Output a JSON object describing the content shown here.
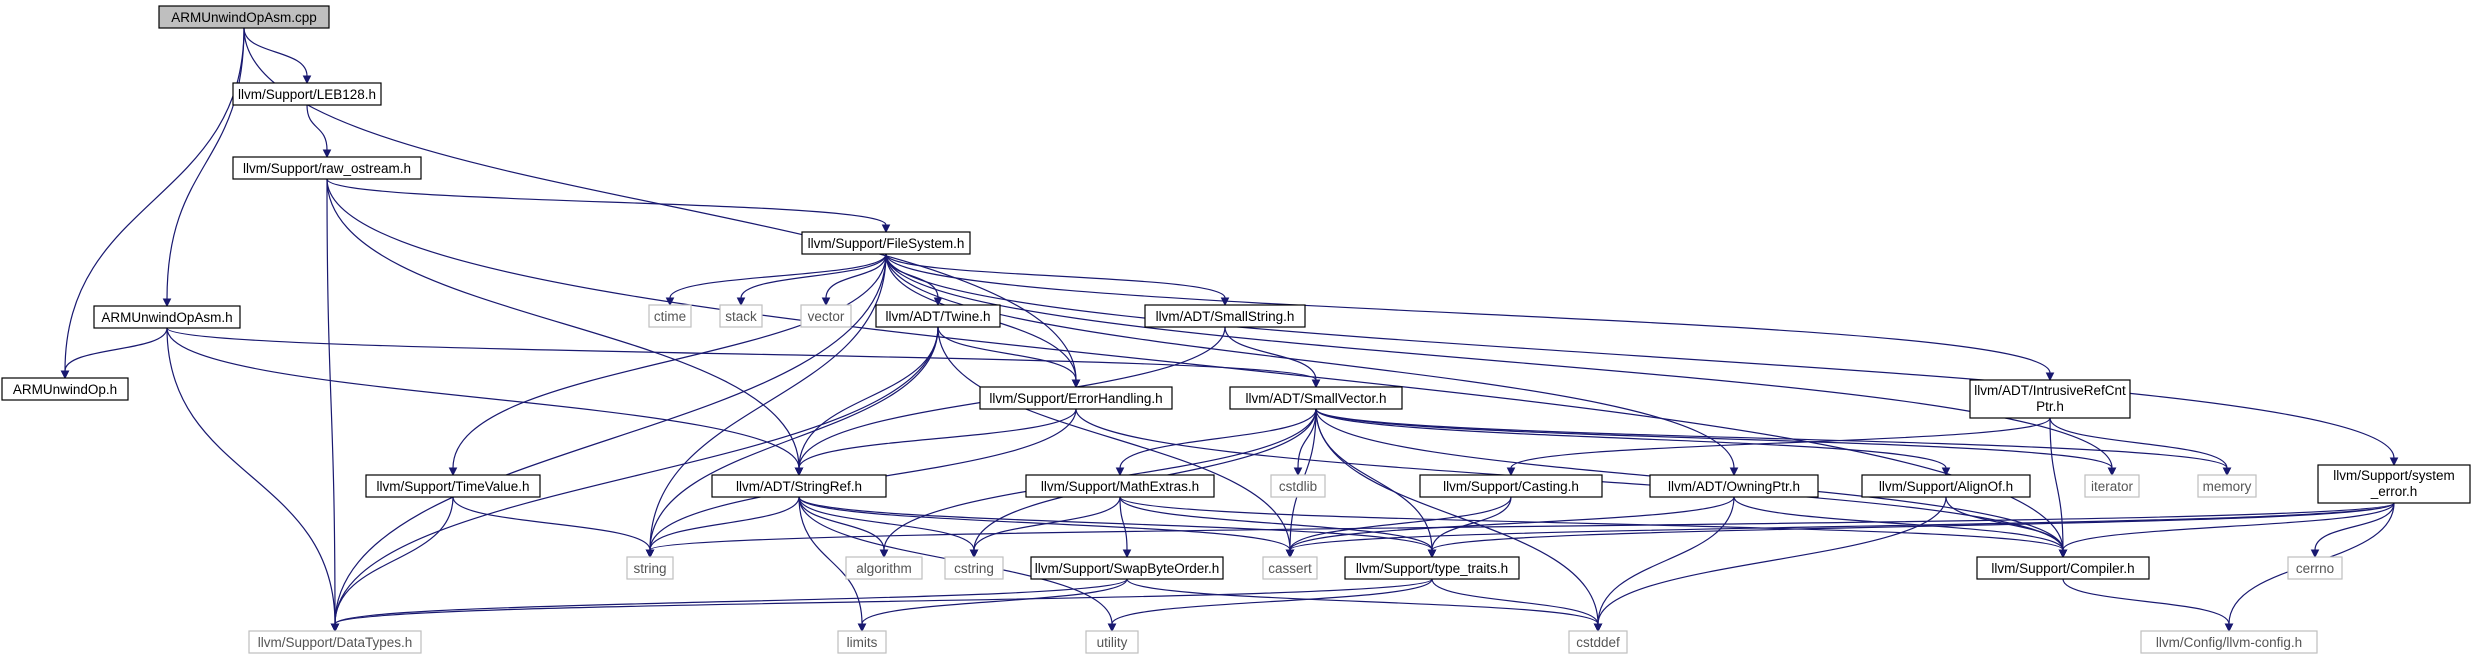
{
  "diagram": {
    "type": "include-dependency-graph",
    "colors": {
      "edge": "#191970",
      "root_fill": "#bfbfbf",
      "standard_border": "#bfbfbf",
      "header_border": "#000000"
    },
    "nodes": [
      {
        "id": "root",
        "label": "ARMUnwindOpAsm.cpp",
        "kind": "root"
      },
      {
        "id": "leb",
        "label": "llvm/Support/LEB128.h",
        "kind": "header"
      },
      {
        "id": "rawos",
        "label": "llvm/Support/raw_ostream.h",
        "kind": "header"
      },
      {
        "id": "fs",
        "label": "llvm/Support/FileSystem.h",
        "kind": "header"
      },
      {
        "id": "asmh",
        "label": "ARMUnwindOpAsm.h",
        "kind": "header"
      },
      {
        "id": "unwop",
        "label": "ARMUnwindOp.h",
        "kind": "header"
      },
      {
        "id": "ctime",
        "label": "ctime",
        "kind": "standard"
      },
      {
        "id": "stack",
        "label": "stack",
        "kind": "standard"
      },
      {
        "id": "vector",
        "label": "vector",
        "kind": "standard"
      },
      {
        "id": "twine",
        "label": "llvm/ADT/Twine.h",
        "kind": "header"
      },
      {
        "id": "smstr",
        "label": "llvm/ADT/SmallString.h",
        "kind": "header"
      },
      {
        "id": "irc",
        "label": "llvm/ADT/IntrusiveRefCnt",
        "label2": "Ptr.h",
        "kind": "header"
      },
      {
        "id": "eh",
        "label": "llvm/Support/ErrorHandling.h",
        "kind": "header"
      },
      {
        "id": "smvec",
        "label": "llvm/ADT/SmallVector.h",
        "kind": "header"
      },
      {
        "id": "tv",
        "label": "llvm/Support/TimeValue.h",
        "kind": "header"
      },
      {
        "id": "sref",
        "label": "llvm/ADT/StringRef.h",
        "kind": "header"
      },
      {
        "id": "cstdlib",
        "label": "cstdlib",
        "kind": "standard"
      },
      {
        "id": "mathx",
        "label": "llvm/Support/MathExtras.h",
        "kind": "header"
      },
      {
        "id": "casting",
        "label": "llvm/Support/Casting.h",
        "kind": "header"
      },
      {
        "id": "owning",
        "label": "llvm/ADT/OwningPtr.h",
        "kind": "header"
      },
      {
        "id": "alignof",
        "label": "llvm/Support/AlignOf.h",
        "kind": "header"
      },
      {
        "id": "iterator",
        "label": "iterator",
        "kind": "standard"
      },
      {
        "id": "memory",
        "label": "memory",
        "kind": "standard"
      },
      {
        "id": "syserr",
        "label": "llvm/Support/system",
        "label2": "_error.h",
        "kind": "header"
      },
      {
        "id": "string",
        "label": "string",
        "kind": "standard"
      },
      {
        "id": "algorithm",
        "label": "algorithm",
        "kind": "standard"
      },
      {
        "id": "cstring",
        "label": "cstring",
        "kind": "standard"
      },
      {
        "id": "cassert",
        "label": "cassert",
        "kind": "standard"
      },
      {
        "id": "tt",
        "label": "llvm/Support/type_traits.h",
        "kind": "header"
      },
      {
        "id": "compiler",
        "label": "llvm/Support/Compiler.h",
        "kind": "header"
      },
      {
        "id": "cerrno",
        "label": "cerrno",
        "kind": "standard"
      },
      {
        "id": "sbo",
        "label": "llvm/Support/SwapByteOrder.h",
        "kind": "header"
      },
      {
        "id": "datatypes",
        "label": "llvm/Support/DataTypes.h",
        "kind": "standard"
      },
      {
        "id": "limits",
        "label": "limits",
        "kind": "standard"
      },
      {
        "id": "utility",
        "label": "utility",
        "kind": "standard"
      },
      {
        "id": "cstddef",
        "label": "cstddef",
        "kind": "standard"
      },
      {
        "id": "llvmconfig",
        "label": "llvm/Config/llvm-config.h",
        "kind": "standard"
      }
    ],
    "edges": [
      [
        "root",
        "leb"
      ],
      [
        "root",
        "asmh"
      ],
      [
        "root",
        "unwop"
      ],
      [
        "root",
        "eh"
      ],
      [
        "leb",
        "rawos"
      ],
      [
        "rawos",
        "fs"
      ],
      [
        "rawos",
        "sref"
      ],
      [
        "rawos",
        "datatypes"
      ],
      [
        "rawos",
        "compiler"
      ],
      [
        "fs",
        "ctime"
      ],
      [
        "fs",
        "stack"
      ],
      [
        "fs",
        "vector"
      ],
      [
        "fs",
        "twine"
      ],
      [
        "fs",
        "smstr"
      ],
      [
        "fs",
        "irc"
      ],
      [
        "fs",
        "eh"
      ],
      [
        "fs",
        "tv"
      ],
      [
        "fs",
        "owning"
      ],
      [
        "fs",
        "syserr"
      ],
      [
        "fs",
        "iterator"
      ],
      [
        "fs",
        "string"
      ],
      [
        "fs",
        "datatypes"
      ],
      [
        "asmh",
        "unwop"
      ],
      [
        "asmh",
        "smvec"
      ],
      [
        "asmh",
        "sref"
      ],
      [
        "asmh",
        "datatypes"
      ],
      [
        "twine",
        "eh"
      ],
      [
        "twine",
        "sref"
      ],
      [
        "twine",
        "string"
      ],
      [
        "twine",
        "cassert"
      ],
      [
        "twine",
        "datatypes"
      ],
      [
        "smstr",
        "smvec"
      ],
      [
        "smstr",
        "sref"
      ],
      [
        "irc",
        "casting"
      ],
      [
        "irc",
        "compiler"
      ],
      [
        "irc",
        "memory"
      ],
      [
        "eh",
        "sref"
      ],
      [
        "eh",
        "string"
      ],
      [
        "eh",
        "compiler"
      ],
      [
        "smvec",
        "cstdlib"
      ],
      [
        "smvec",
        "mathx"
      ],
      [
        "smvec",
        "alignof"
      ],
      [
        "smvec",
        "compiler"
      ],
      [
        "smvec",
        "tt"
      ],
      [
        "smvec",
        "algorithm"
      ],
      [
        "smvec",
        "cstring"
      ],
      [
        "smvec",
        "cassert"
      ],
      [
        "smvec",
        "cstddef"
      ],
      [
        "smvec",
        "iterator"
      ],
      [
        "smvec",
        "memory"
      ],
      [
        "tv",
        "string"
      ],
      [
        "tv",
        "datatypes"
      ],
      [
        "sref",
        "string"
      ],
      [
        "sref",
        "algorithm"
      ],
      [
        "sref",
        "cstring"
      ],
      [
        "sref",
        "cassert"
      ],
      [
        "sref",
        "tt"
      ],
      [
        "sref",
        "limits"
      ],
      [
        "sref",
        "utility"
      ],
      [
        "mathx",
        "cstring"
      ],
      [
        "mathx",
        "sbo"
      ],
      [
        "mathx",
        "tt"
      ],
      [
        "mathx",
        "compiler"
      ],
      [
        "casting",
        "tt"
      ],
      [
        "casting",
        "cassert"
      ],
      [
        "owning",
        "cassert"
      ],
      [
        "owning",
        "compiler"
      ],
      [
        "owning",
        "cstddef"
      ],
      [
        "alignof",
        "compiler"
      ],
      [
        "alignof",
        "cstddef"
      ],
      [
        "syserr",
        "cerrno"
      ],
      [
        "syserr",
        "llvmconfig"
      ],
      [
        "syserr",
        "compiler"
      ],
      [
        "syserr",
        "tt"
      ],
      [
        "syserr",
        "cassert"
      ],
      [
        "syserr",
        "string"
      ],
      [
        "tt",
        "cstddef"
      ],
      [
        "tt",
        "utility"
      ],
      [
        "tt",
        "datatypes"
      ],
      [
        "sbo",
        "datatypes"
      ],
      [
        "sbo",
        "limits"
      ],
      [
        "sbo",
        "cstddef"
      ],
      [
        "compiler",
        "llvmconfig"
      ]
    ]
  }
}
